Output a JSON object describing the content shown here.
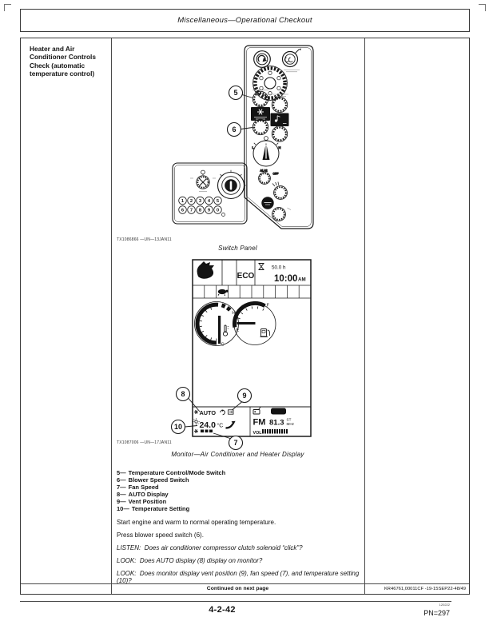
{
  "page": {
    "header_title": "Miscellaneous—Operational Checkout",
    "section_heading": "Heater and Air Conditioner Controls Check (automatic temperature control)",
    "continued_note": "Continued on next page",
    "doc_code": "KR46761,00011CF -19-15SEP22-48/49",
    "page_number": "4-2-42",
    "pn_number": "PN=297",
    "print_code": "120222"
  },
  "figure_switch_panel": {
    "image_id": "TX1086866 —UN—13JAN11",
    "caption": "Switch Panel",
    "callouts": {
      "c5": "5",
      "c6": "6"
    },
    "throttle": {
      "low": "L",
      "high": "H"
    },
    "aux_labels": {
      "line1": "A1 A2",
      "line2": "OFF"
    },
    "keypad_digits": [
      "1",
      "2",
      "3",
      "4",
      "5",
      "6",
      "7",
      "8",
      "9",
      "0"
    ]
  },
  "figure_monitor": {
    "image_id": "TX1087006 —UN—17JAN11",
    "caption": "Monitor—Air Conditioner and Heater Display",
    "callouts": {
      "c7": "7",
      "c8": "8",
      "c9": "9",
      "c10": "10"
    },
    "status_bar": {
      "eco": "ECO",
      "hours": "50.0 h",
      "time": "10:00",
      "meridiem": "AM"
    },
    "temp_gauge": {
      "hot": "H",
      "cold": "C"
    },
    "fuel_gauge": {
      "full": "F",
      "empty": "E"
    },
    "ac_display": {
      "auto": "AUTO",
      "temperature": "24.0",
      "unit": "°C"
    },
    "radio_display": {
      "band": "FM",
      "channel": "CH1",
      "frequency": "81.3",
      "stereo": "ST",
      "freq_unit": "MHz",
      "volume": "VOL"
    }
  },
  "legend": [
    {
      "num": "5—",
      "label": "Temperature Control/Mode Switch"
    },
    {
      "num": "6—",
      "label": "Blower Speed Switch"
    },
    {
      "num": "7—",
      "label": "Fan Speed"
    },
    {
      "num": "8—",
      "label": "AUTO Display"
    },
    {
      "num": "9—",
      "label": "Vent Position"
    },
    {
      "num": "10—",
      "label": "Temperature Setting"
    }
  ],
  "paragraphs": [
    {
      "text": "Start engine and warm to normal operating temperature."
    },
    {
      "text": "Press blower speed switch (6)."
    },
    {
      "text": "LISTEN:  Does air conditioner compressor clutch solenoid “click”?"
    },
    {
      "text": "LOOK:  Does AUTO display (8) display on monitor?"
    },
    {
      "text": "LOOK:  Does monitor display vent position (9), fan speed (7), and temperature setting (10)?"
    }
  ]
}
